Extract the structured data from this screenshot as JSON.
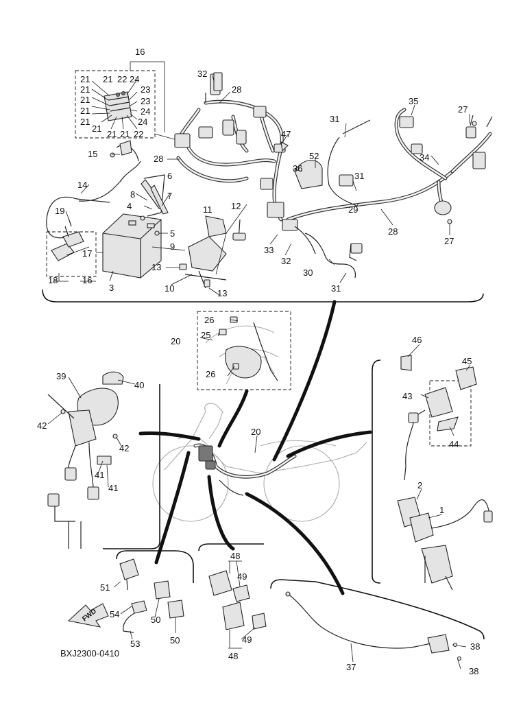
{
  "diagram": {
    "code": "BXJ2300-0410",
    "fwd_label": "FWD",
    "callouts": {
      "c16_top": "16",
      "c21a": "21",
      "c21b": "21",
      "c21c": "21",
      "c21d": "21",
      "c21e": "21",
      "c21f": "21",
      "c21g": "21",
      "c21h": "21",
      "c21i": "21",
      "c22a": "22",
      "c22b": "22",
      "c24a": "24",
      "c24b": "24",
      "c24c": "24",
      "c23a": "23",
      "c23b": "23",
      "c32a": "32",
      "c28a": "28",
      "c28b": "28",
      "c28c": "28",
      "c15": "15",
      "c14": "14",
      "c19": "19",
      "c8": "8",
      "c6": "6",
      "c7": "7",
      "c4": "4",
      "c5": "5",
      "c11": "11",
      "c12": "12",
      "c9": "9",
      "c17": "17",
      "c18": "18",
      "c16_b": "16",
      "c3": "3",
      "c13a": "13",
      "c13b": "13",
      "c10": "10",
      "c47": "47",
      "c36": "36",
      "c52": "52",
      "c33": "33",
      "c32b": "32",
      "c31a": "31",
      "c31b": "31",
      "c31c": "31",
      "c29": "29",
      "c30": "30",
      "c35": "35",
      "c27a": "27",
      "c27b": "27",
      "c34": "34",
      "c26a": "26",
      "c25": "25",
      "c26b": "26",
      "c20a": "20",
      "c20b": "20",
      "c46": "46",
      "c45": "45",
      "c43": "43",
      "c44": "44",
      "c2": "2",
      "c1": "1",
      "c39": "39",
      "c40": "40",
      "c42a": "42",
      "c42b": "42",
      "c41a": "41",
      "c41b": "41",
      "c51": "51",
      "c54": "54",
      "c50a": "50",
      "c50b": "50",
      "c53": "53",
      "c48a": "48",
      "c49a": "49",
      "c49b": "49",
      "c48b": "48",
      "c37": "37",
      "c38a": "38",
      "c38b": "38"
    }
  }
}
